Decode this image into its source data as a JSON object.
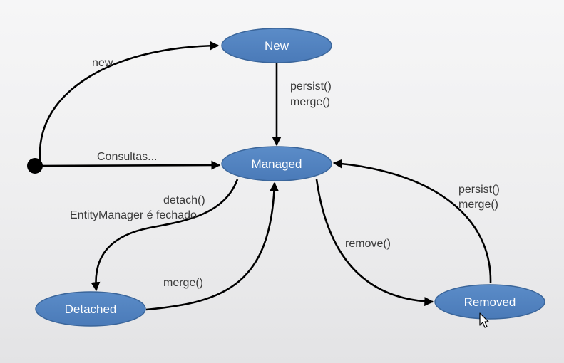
{
  "diagram": {
    "nodes": {
      "new": "New",
      "managed": "Managed",
      "detached": "Detached",
      "removed": "Removed"
    },
    "edges": {
      "start_to_new": "new",
      "start_to_managed": "Consultas...",
      "new_to_managed": [
        "persist()",
        "merge()"
      ],
      "managed_to_detached": [
        "detach()",
        "EntityManager é fechado"
      ],
      "detached_to_managed": "merge()",
      "managed_to_removed": "remove()",
      "removed_to_managed": [
        "persist()",
        "merge()"
      ]
    }
  },
  "colors": {
    "node_fill": "#4f81bd",
    "node_stroke": "#3a659a",
    "edge": "#000000",
    "label_text": "#3a3a3a"
  }
}
